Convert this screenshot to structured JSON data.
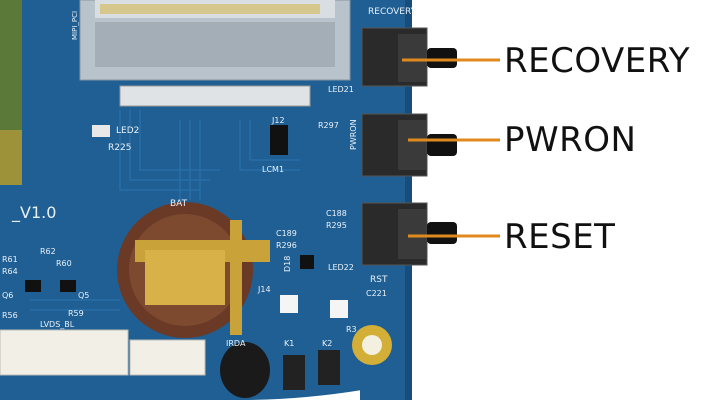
{
  "callouts": {
    "recovery": "RECOVERY",
    "pwron": "PWRON",
    "reset": "RESET"
  },
  "silkscreen": {
    "recovery": "RECOVERY",
    "pwron": "PWRON",
    "rst": "RST",
    "version": "_V1.0",
    "bat": "BAT",
    "led2": "LED2",
    "r225": "R225",
    "mipi": "MIPI_PCI",
    "j12": "J12",
    "led21": "LED21",
    "r297": "R297",
    "lcm1": "LCM1",
    "c189": "C189",
    "r296": "R296",
    "c188": "C188",
    "r295": "R295",
    "led22": "LED22",
    "d18": "D18",
    "j14": "J14",
    "c221": "C221",
    "r62": "R62",
    "r61": "R61",
    "r64": "R64",
    "r60": "R60",
    "q6": "Q6",
    "q5": "Q5",
    "r56": "R56",
    "r59": "R59",
    "lvds": "LVDS_BL",
    "k1": "K1",
    "k2": "K2",
    "r3": "R3",
    "irda": "IRDA"
  },
  "colors": {
    "board": "#1f5f93",
    "board_dark": "#174d7a",
    "leader": "#e08a1e",
    "gold": "#c9a23a"
  }
}
